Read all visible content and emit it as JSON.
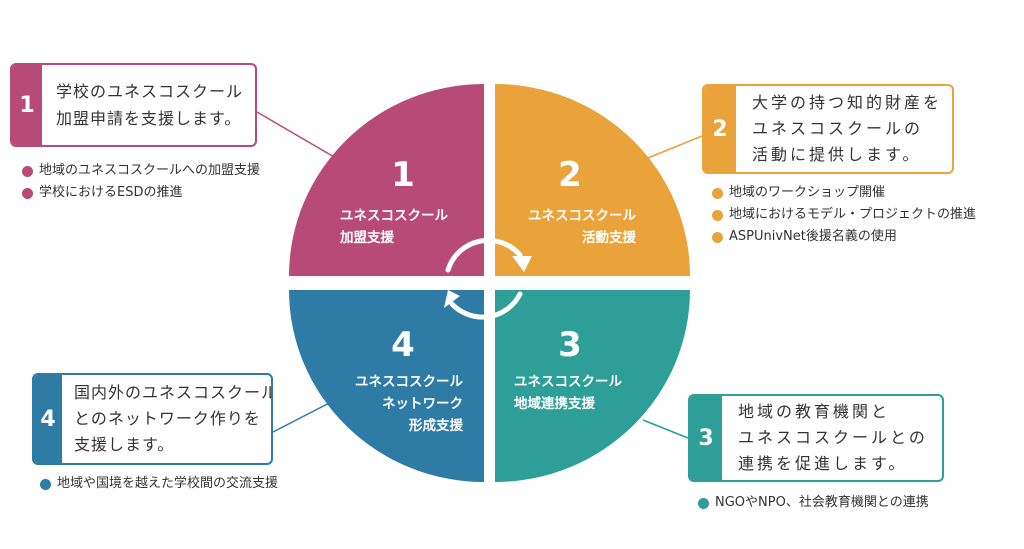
{
  "colors": {
    "q1": "#b84a78",
    "q2": "#eaa23b",
    "q3": "#2d9e98",
    "q4": "#2e7ba6"
  },
  "quadrants": [
    {
      "num": "1",
      "lines": [
        "ユネスコスクール",
        "加盟支援"
      ]
    },
    {
      "num": "2",
      "lines": [
        "ユネスコスクール",
        "活動支援"
      ]
    },
    {
      "num": "3",
      "lines": [
        "ユネスコスクール",
        "地域連携支援"
      ]
    },
    {
      "num": "4",
      "lines": [
        "ユネスコスクール",
        "ネットワーク",
        "形成支援"
      ]
    }
  ],
  "callouts": [
    {
      "num": "1",
      "lines": [
        "学校のユネスコスクール",
        "加盟申請を支援します。"
      ]
    },
    {
      "num": "2",
      "lines": [
        "大学の持つ知的財産を",
        "ユネスコスクールの",
        "活動に提供します。"
      ]
    },
    {
      "num": "3",
      "lines": [
        "地域の教育機関と",
        "ユネスコスクールとの",
        "連携を促進します。"
      ]
    },
    {
      "num": "4",
      "lines": [
        "国内外のユネスコスクール",
        "とのネットワーク作りを",
        "支援します。"
      ]
    }
  ],
  "bullets": {
    "b1": [
      "地域のユネスコスクールへの加盟支援",
      "学校におけるESDの推進"
    ],
    "b2": [
      "地域のワークショップ開催",
      "地域におけるモデル・プロジェクトの推進",
      "ASPUnivNet後援名義の使用"
    ],
    "b3": [
      "NGOやNPO、社会教育機関との連携"
    ],
    "b4": [
      "地域や国境を越えた学校間の交流支援"
    ]
  }
}
